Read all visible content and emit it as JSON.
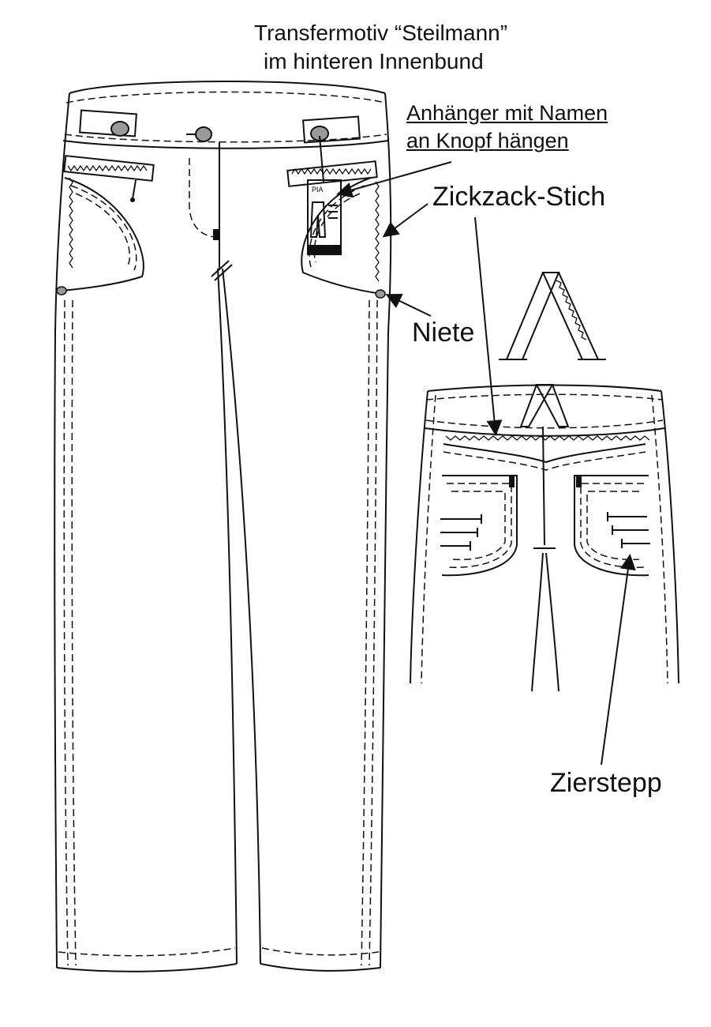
{
  "title": {
    "line1": "Transfermotiv “Steilmann”",
    "line2": "im hinteren Innenbund"
  },
  "labels": {
    "hangtag_line1": "Anhänger mit Namen",
    "hangtag_line2": "an  Knopf hängen",
    "zigzag": "Zickzack-Stich",
    "rivet": "Niete",
    "topstitch": "Zierstepp"
  },
  "hangtag": {
    "brand": "PIA"
  },
  "colors": {
    "line": "#111111",
    "button_fill": "#9a9a9a",
    "label_fill": "#cfcfcf"
  }
}
